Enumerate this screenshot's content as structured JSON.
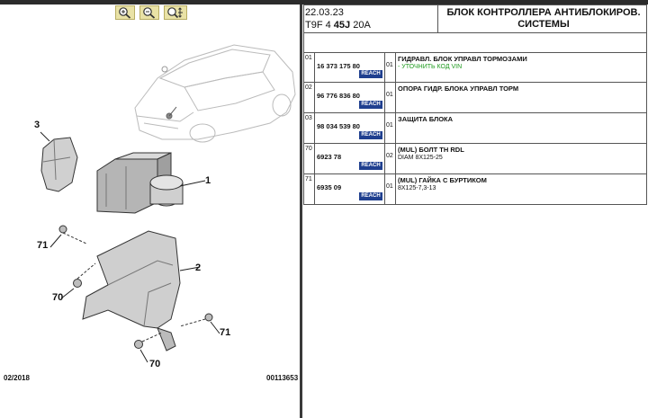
{
  "toolbar": {
    "buttons": [
      {
        "name": "zoom-in-button",
        "icon": "zoom-in-icon"
      },
      {
        "name": "zoom-out-button",
        "icon": "zoom-out-icon"
      },
      {
        "name": "zoom-fit-button",
        "icon": "zoom-fit-icon"
      }
    ],
    "button_color": "#e9e2a6"
  },
  "diagram": {
    "callouts": [
      "1",
      "2",
      "3",
      "70",
      "70",
      "71",
      "71"
    ],
    "footer_date": "02/2018",
    "footer_code": "00113653"
  },
  "header": {
    "date": "22.03.23",
    "code_prefix": "T9F 4 ",
    "code_bold": "45J",
    "code_suffix": " 20A",
    "title": "БЛОК КОНТРОЛЛЕРА АНТИБЛОКИРОВ. СИСТЕМЫ"
  },
  "parts": [
    {
      "num": "01",
      "ref": "16 373 175 80",
      "badge": "REACH",
      "qty": "01",
      "desc": "ГИДРАВЛ. БЛОК УПРАВЛ ТОРМОЗАМИ",
      "sub": "- УТОЧНИТЬ КОД VIN",
      "sub_color": "#1f9a1f"
    },
    {
      "num": "02",
      "ref": "96 776 836 80",
      "badge": "REACH",
      "qty": "01",
      "desc": "ОПОРА ГИДР. БЛОКА УПРАВЛ ТОРМ",
      "sub": ""
    },
    {
      "num": "03",
      "ref": "98 034 539 80",
      "badge": "REACH",
      "qty": "01",
      "desc": "ЗАЩИТА БЛОКА",
      "sub": ""
    },
    {
      "num": "70",
      "ref": "6923 78",
      "badge": "REACH",
      "qty": "02",
      "desc": "(MUL) БОЛТ TH RDL",
      "sub": "DIAM 8X125-25"
    },
    {
      "num": "71",
      "ref": "6935 09",
      "badge": "REACH",
      "qty": "01",
      "desc": "(MUL) ГАЙКА С БУРТИКОМ",
      "sub": "8X125-7,3-13"
    }
  ]
}
